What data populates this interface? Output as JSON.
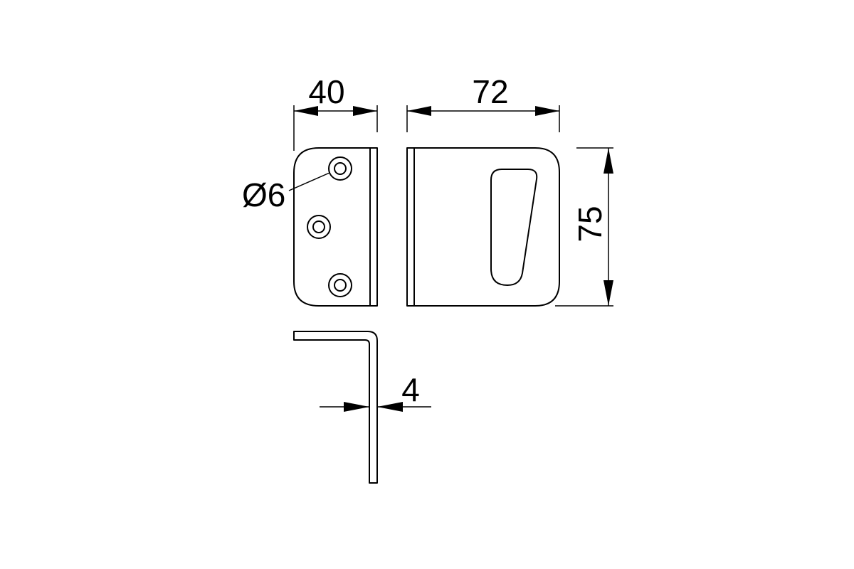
{
  "drawing": {
    "dimensions": {
      "width_side": "40",
      "width_front": "72",
      "height": "75",
      "hole_diameter": "Ø6",
      "thickness": "4"
    }
  }
}
